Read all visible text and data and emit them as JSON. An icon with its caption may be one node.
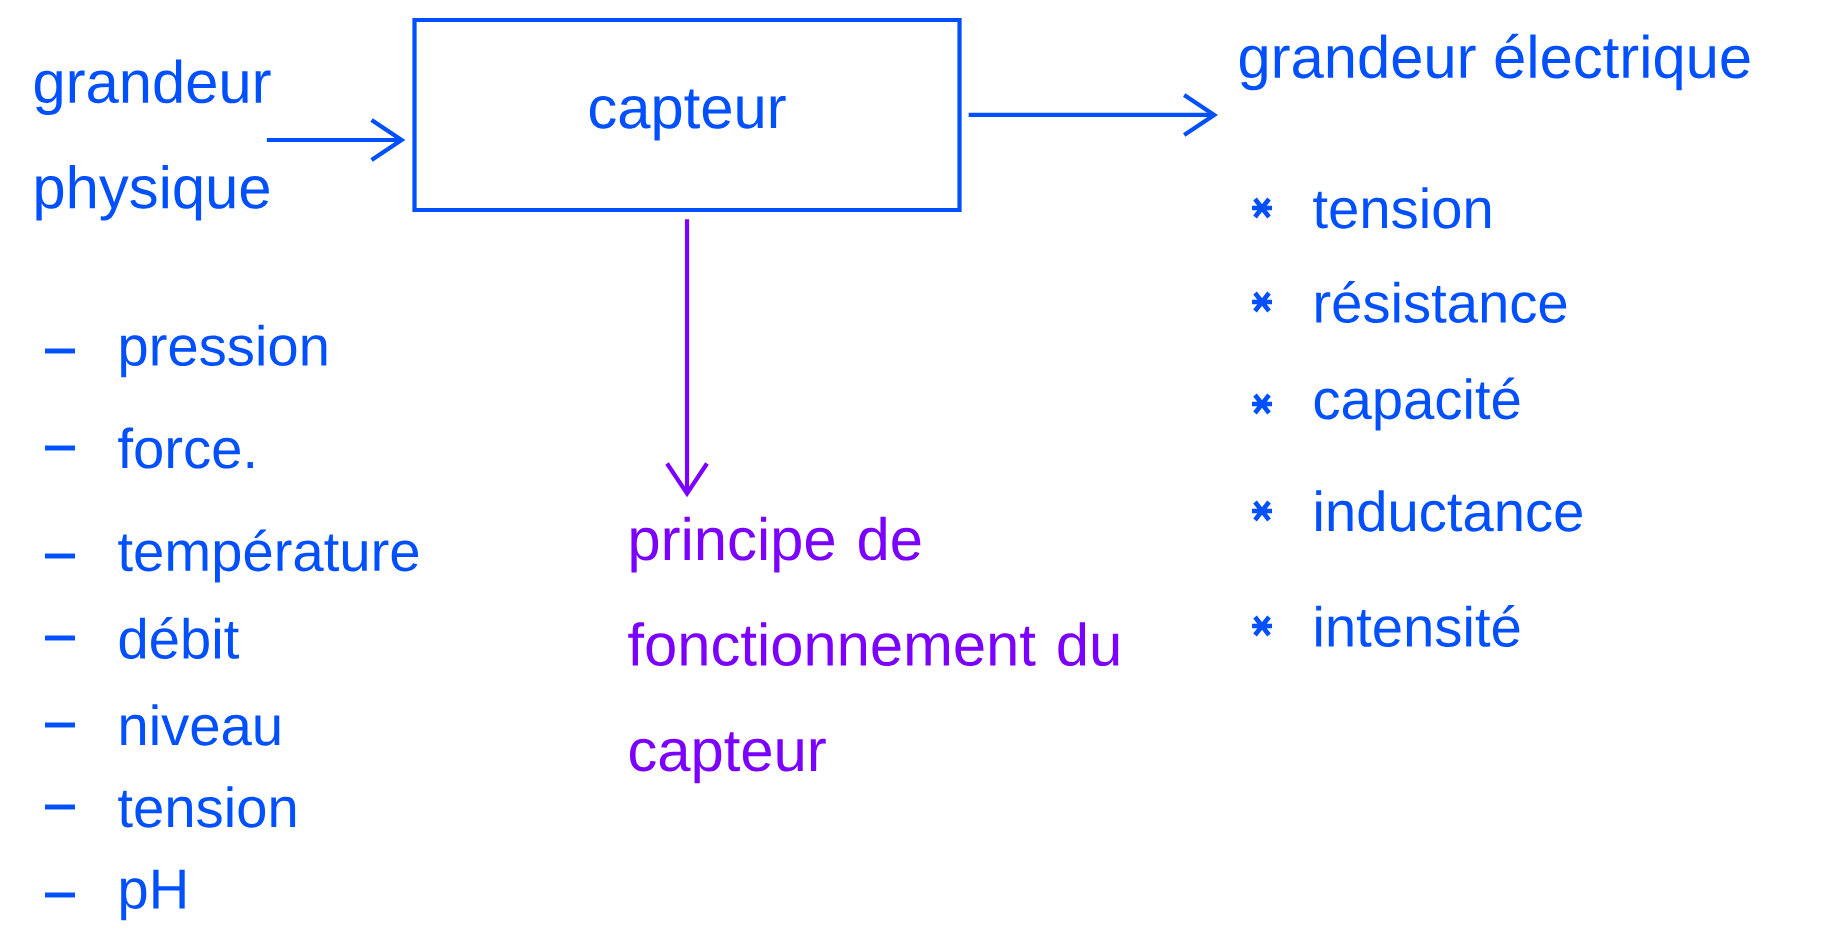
{
  "diagram": {
    "nodes": [
      {
        "text": [
          "grandeur physique"
        ]
      },
      {
        "text": [
          "capteur"
        ]
      },
      {
        "text": [
          "grandeur électrique"
        ]
      },
      {
        "text": [
          "principe de fonctionnement du capteur"
        ]
      }
    ],
    "edges": [
      {
        "from": 0,
        "to": 1,
        "arrow": "to"
      },
      {
        "from": 1,
        "to": 2,
        "arrow": "to"
      },
      {
        "from": 1,
        "to": 3,
        "arrow": "to",
        "color": "#7b00ff"
      }
    ],
    "labels": [
      "pression",
      "force.",
      "température",
      "débit",
      "niveau",
      "tension",
      "pH",
      "tension",
      "résistance",
      "capacité",
      "inductance",
      "intensité"
    ]
  }
}
